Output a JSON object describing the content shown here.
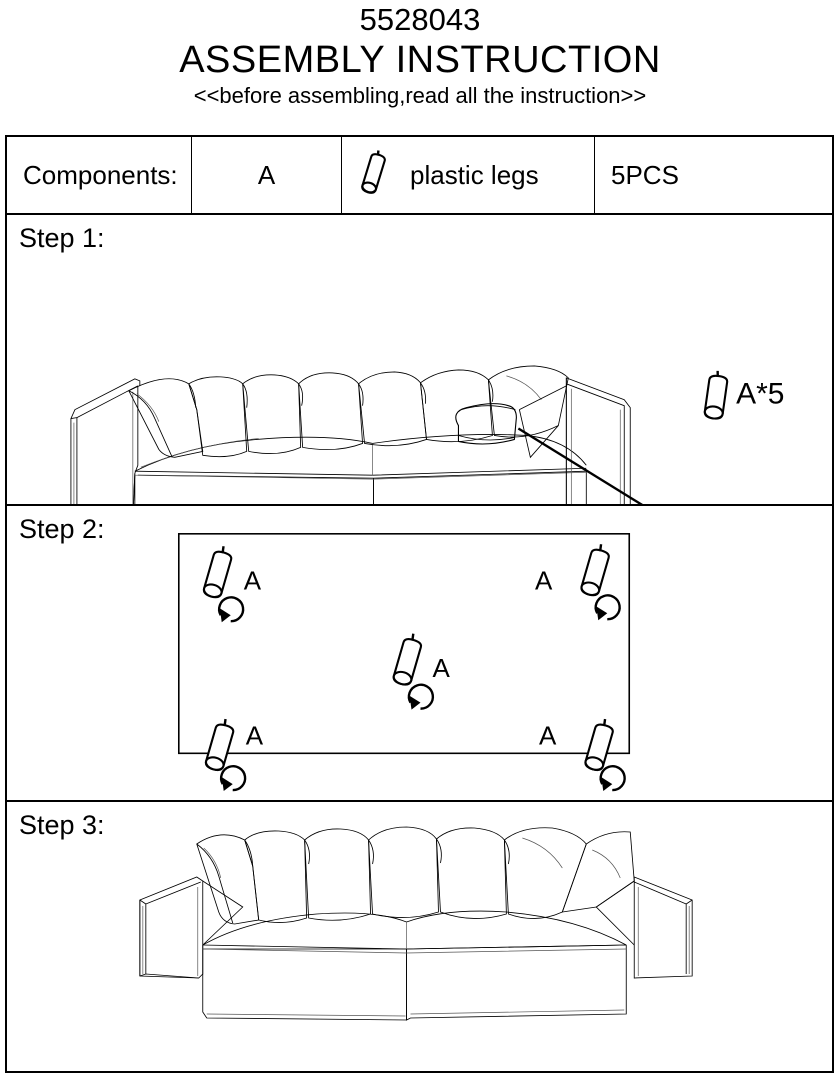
{
  "document": {
    "code": "5528043",
    "title": "ASSEMBLY INSTRUCTION",
    "subtitle": "<<before assembling,read all the instruction>>"
  },
  "components": {
    "label": "Components:",
    "part_code": "A",
    "part_name": "plastic legs",
    "part_icon": "plastic-leg-icon",
    "quantity": "5PCS"
  },
  "steps": [
    {
      "label": "Step 1:",
      "illustration": "sofa-side-view-with-callout",
      "callout": "A*5"
    },
    {
      "label": "Step 2:",
      "illustration": "sofa-base-underside-with-five-legs",
      "leg_labels": [
        "A",
        "A",
        "A",
        "A",
        "A"
      ],
      "leg_positions": [
        "top-left",
        "top-right",
        "center",
        "bottom-left",
        "bottom-right"
      ]
    },
    {
      "label": "Step 3:",
      "illustration": "assembled-sofa-front-view"
    }
  ]
}
